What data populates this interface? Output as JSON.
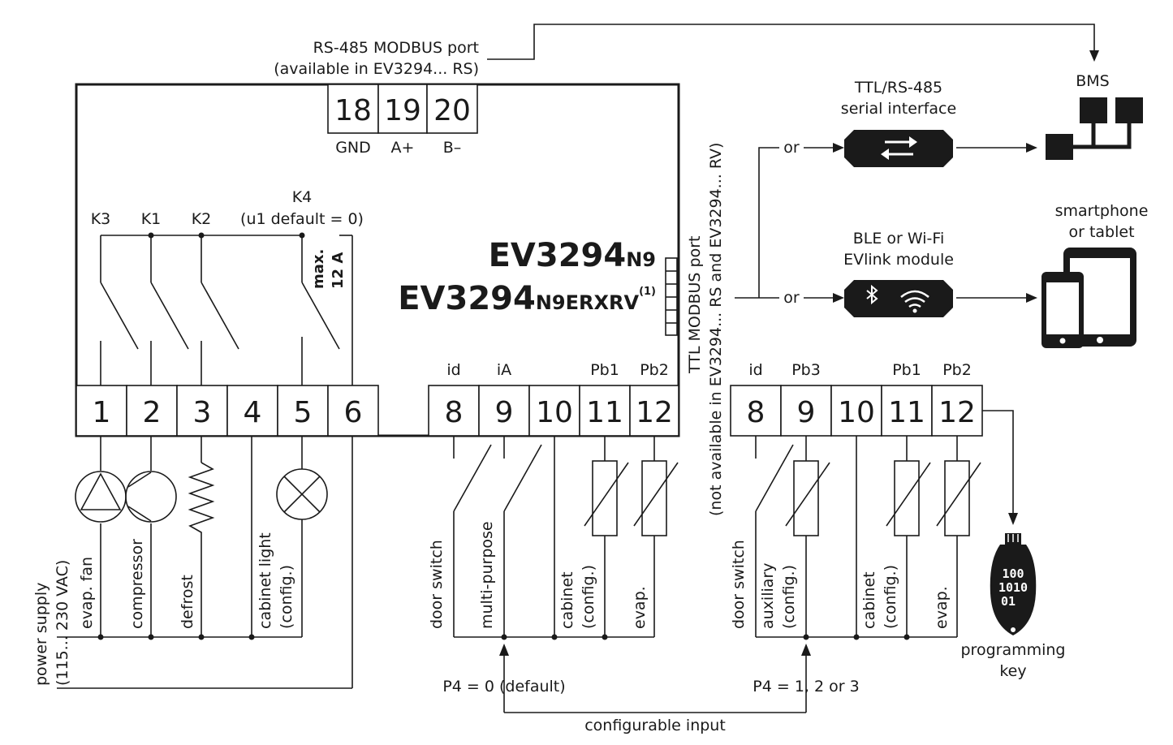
{
  "rs485": {
    "line1": "RS-485 MODBUS port",
    "line2": "(available in EV3294... RS)",
    "terminals": [
      {
        "num": "18",
        "label": "GND"
      },
      {
        "num": "19",
        "label": "A+"
      },
      {
        "num": "20",
        "label": "B–"
      }
    ]
  },
  "relays": {
    "k3": "K3",
    "k1": "K1",
    "k2": "K2",
    "k4": "K4",
    "k4_note": "(u1 default = 0)",
    "max_line1": "max.",
    "max_line2": "12 A"
  },
  "models": {
    "model1_main": "EV3294",
    "model1_sub": "N9",
    "model2_main": "EV3294",
    "model2_sub": "N9ERXRV",
    "model2_sup": "(1)"
  },
  "ttl": {
    "line1": "TTL MODBUS port",
    "line2": "(not available in EV3294... RS and EV3294... RV)"
  },
  "main_terminals": [
    "1",
    "2",
    "3",
    "4",
    "5",
    "6"
  ],
  "input_terminals_a": {
    "nums": [
      "8",
      "9",
      "10",
      "11",
      "12"
    ],
    "labels": {
      "t8": "id",
      "t9": "iA",
      "t11": "Pb1",
      "t12": "Pb2"
    }
  },
  "input_terminals_b": {
    "nums": [
      "8",
      "9",
      "10",
      "11",
      "12"
    ],
    "labels": {
      "t8": "id",
      "t9": "Pb3",
      "t11": "Pb1",
      "t12": "Pb2"
    }
  },
  "loads": {
    "power_line1": "power supply",
    "power_line2": "(115... 230 VAC)",
    "evap_fan": "evap. fan",
    "compressor": "compressor",
    "defrost": "defrost",
    "cabinet_light_line1": "cabinet light",
    "cabinet_light_line2": "(config.)"
  },
  "inputs_a": {
    "door_switch": "door switch",
    "multi_purpose": "multi-purpose",
    "cabinet_line1": "cabinet",
    "cabinet_line2": "(config.)",
    "evap": "evap."
  },
  "inputs_b": {
    "door_switch": "door switch",
    "auxiliary_line1": "auxiliary",
    "auxiliary_line2": "(config.)",
    "cabinet_line1": "cabinet",
    "cabinet_line2": "(config.)",
    "evap": "evap."
  },
  "config": {
    "p4_default": "P4 = 0 (default)",
    "p4_alt": "P4 = 1, 2 or 3",
    "configurable_input": "configurable input"
  },
  "devices": {
    "serial_line1": "TTL/RS-485",
    "serial_line2": "serial interface",
    "ble_line1": "BLE or Wi-Fi",
    "ble_line2": "EVlink module",
    "or_1": "or",
    "or_2": "or",
    "bms": "BMS",
    "smartphone_line1": "smartphone",
    "smartphone_line2": "or tablet",
    "key_line1": "programming",
    "key_line2": "key",
    "key_bits1": "100",
    "key_bits2": "1010",
    "key_bits3": "01"
  }
}
